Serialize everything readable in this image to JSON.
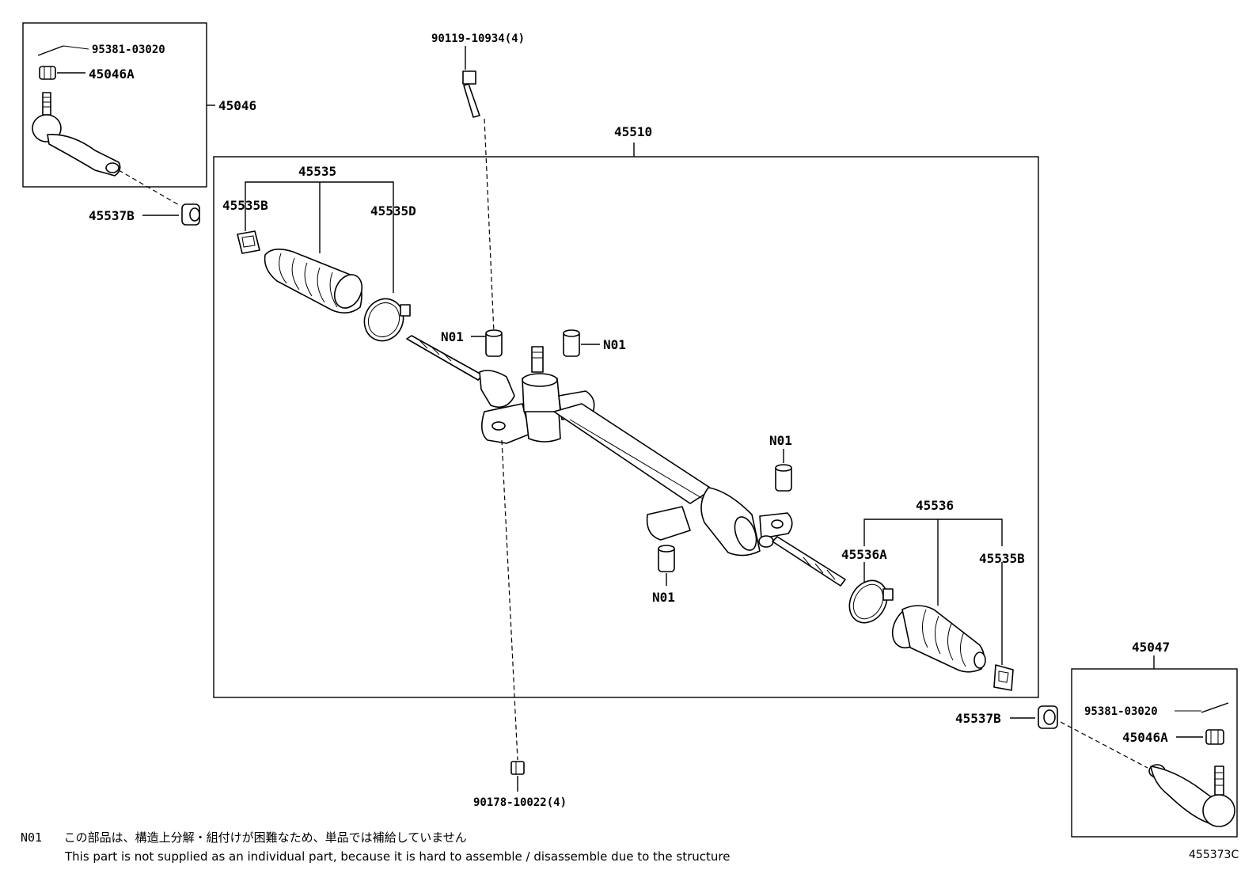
{
  "labels": {
    "p95381_left": "95381-03020",
    "p45046A_left": "45046A",
    "p45046": "45046",
    "p45537B_left": "45537B",
    "p90119": "90119-10934(4)",
    "p45510": "45510",
    "p45535": "45535",
    "p45535B_left": "45535B",
    "p45535D": "45535D",
    "n01_a": "N01",
    "n01_b": "N01",
    "n01_c": "N01",
    "n01_d": "N01",
    "p45536": "45536",
    "p45536A": "45536A",
    "p45535B_right": "45535B",
    "p45047": "45047",
    "p45537B_right": "45537B",
    "p95381_right": "95381-03020",
    "p45046A_right": "45046A",
    "p90178": "90178-10022(4)"
  },
  "footnote": {
    "code": "N01",
    "japanese": "この部品は、構造上分解・組付けが困難なため、単品では補給していません",
    "english": "This part is not supplied as an individual part, because it is hard to assemble / disassemble due to the structure"
  },
  "diagram_id": "455373C"
}
